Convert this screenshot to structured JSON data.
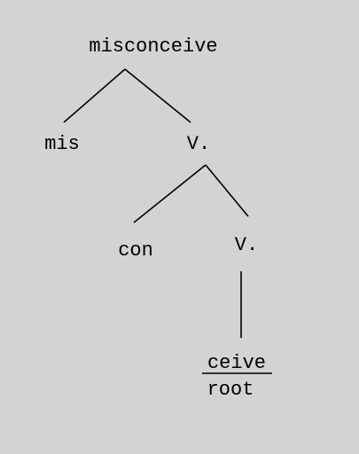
{
  "tree": {
    "root": {
      "label": "misconceive"
    },
    "prefix_mis": {
      "label": "mis"
    },
    "verb_upper": {
      "label": "V."
    },
    "prefix_con": {
      "label": "con"
    },
    "verb_lower": {
      "label": "V."
    },
    "root_morpheme": {
      "label": "ceive",
      "tag": "root"
    }
  }
}
